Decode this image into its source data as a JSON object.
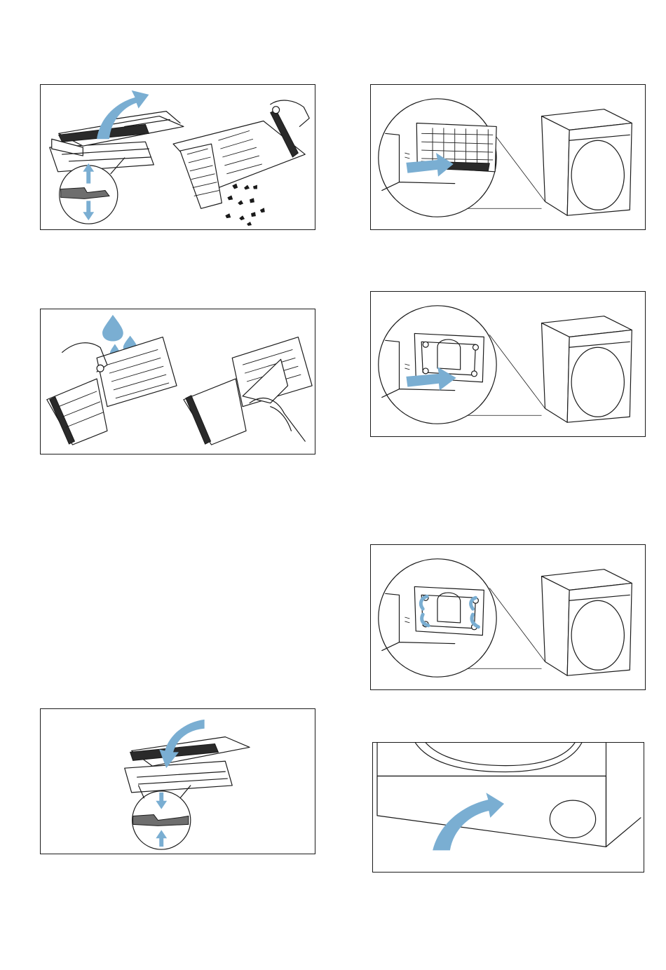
{
  "figures": [
    {
      "id": "remove-filter",
      "icon": "filter-lift-out-illustration"
    },
    {
      "id": "insert-filter-dryer",
      "icon": "filter-insert-into-dryer-illustration"
    },
    {
      "id": "rinse-filter",
      "icon": "filter-rinse-and-wipe-illustration"
    },
    {
      "id": "empty-housing",
      "icon": "empty-filter-housing-illustration"
    },
    {
      "id": "unlock-housing",
      "icon": "housing-clips-illustration"
    },
    {
      "id": "reassemble-filter",
      "icon": "filter-close-illustration"
    },
    {
      "id": "close-kickplate",
      "icon": "kickplate-close-illustration"
    }
  ],
  "colors": {
    "accent": "#7aaed2",
    "line": "#1a1a1a"
  }
}
